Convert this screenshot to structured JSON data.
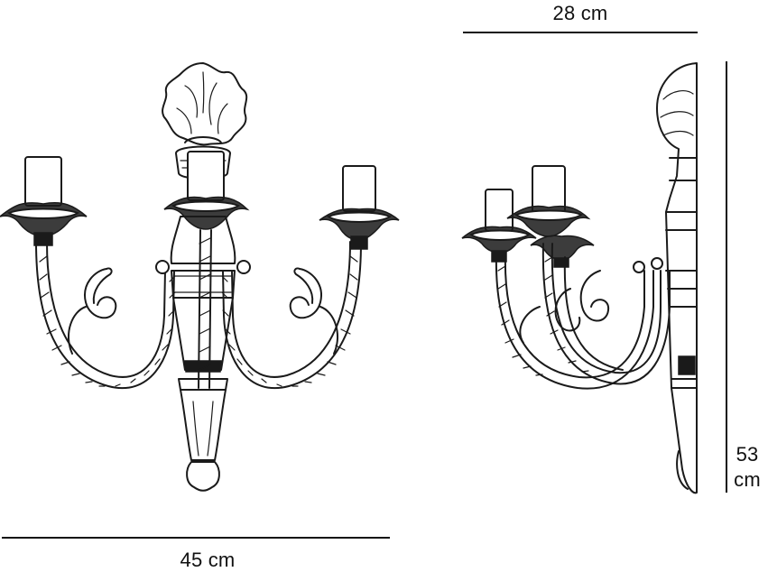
{
  "dimensions": {
    "depth": {
      "value": 28,
      "unit": "cm",
      "text": "28 cm"
    },
    "width": {
      "value": 45,
      "unit": "cm",
      "text": "45 cm"
    },
    "height": {
      "value": 53,
      "unit": "cm",
      "number_text": "53",
      "unit_text": "cm"
    }
  },
  "views": {
    "front": "front-view",
    "side": "side-view"
  },
  "colors": {
    "ink": "#1a1a1a",
    "background": "#ffffff"
  }
}
